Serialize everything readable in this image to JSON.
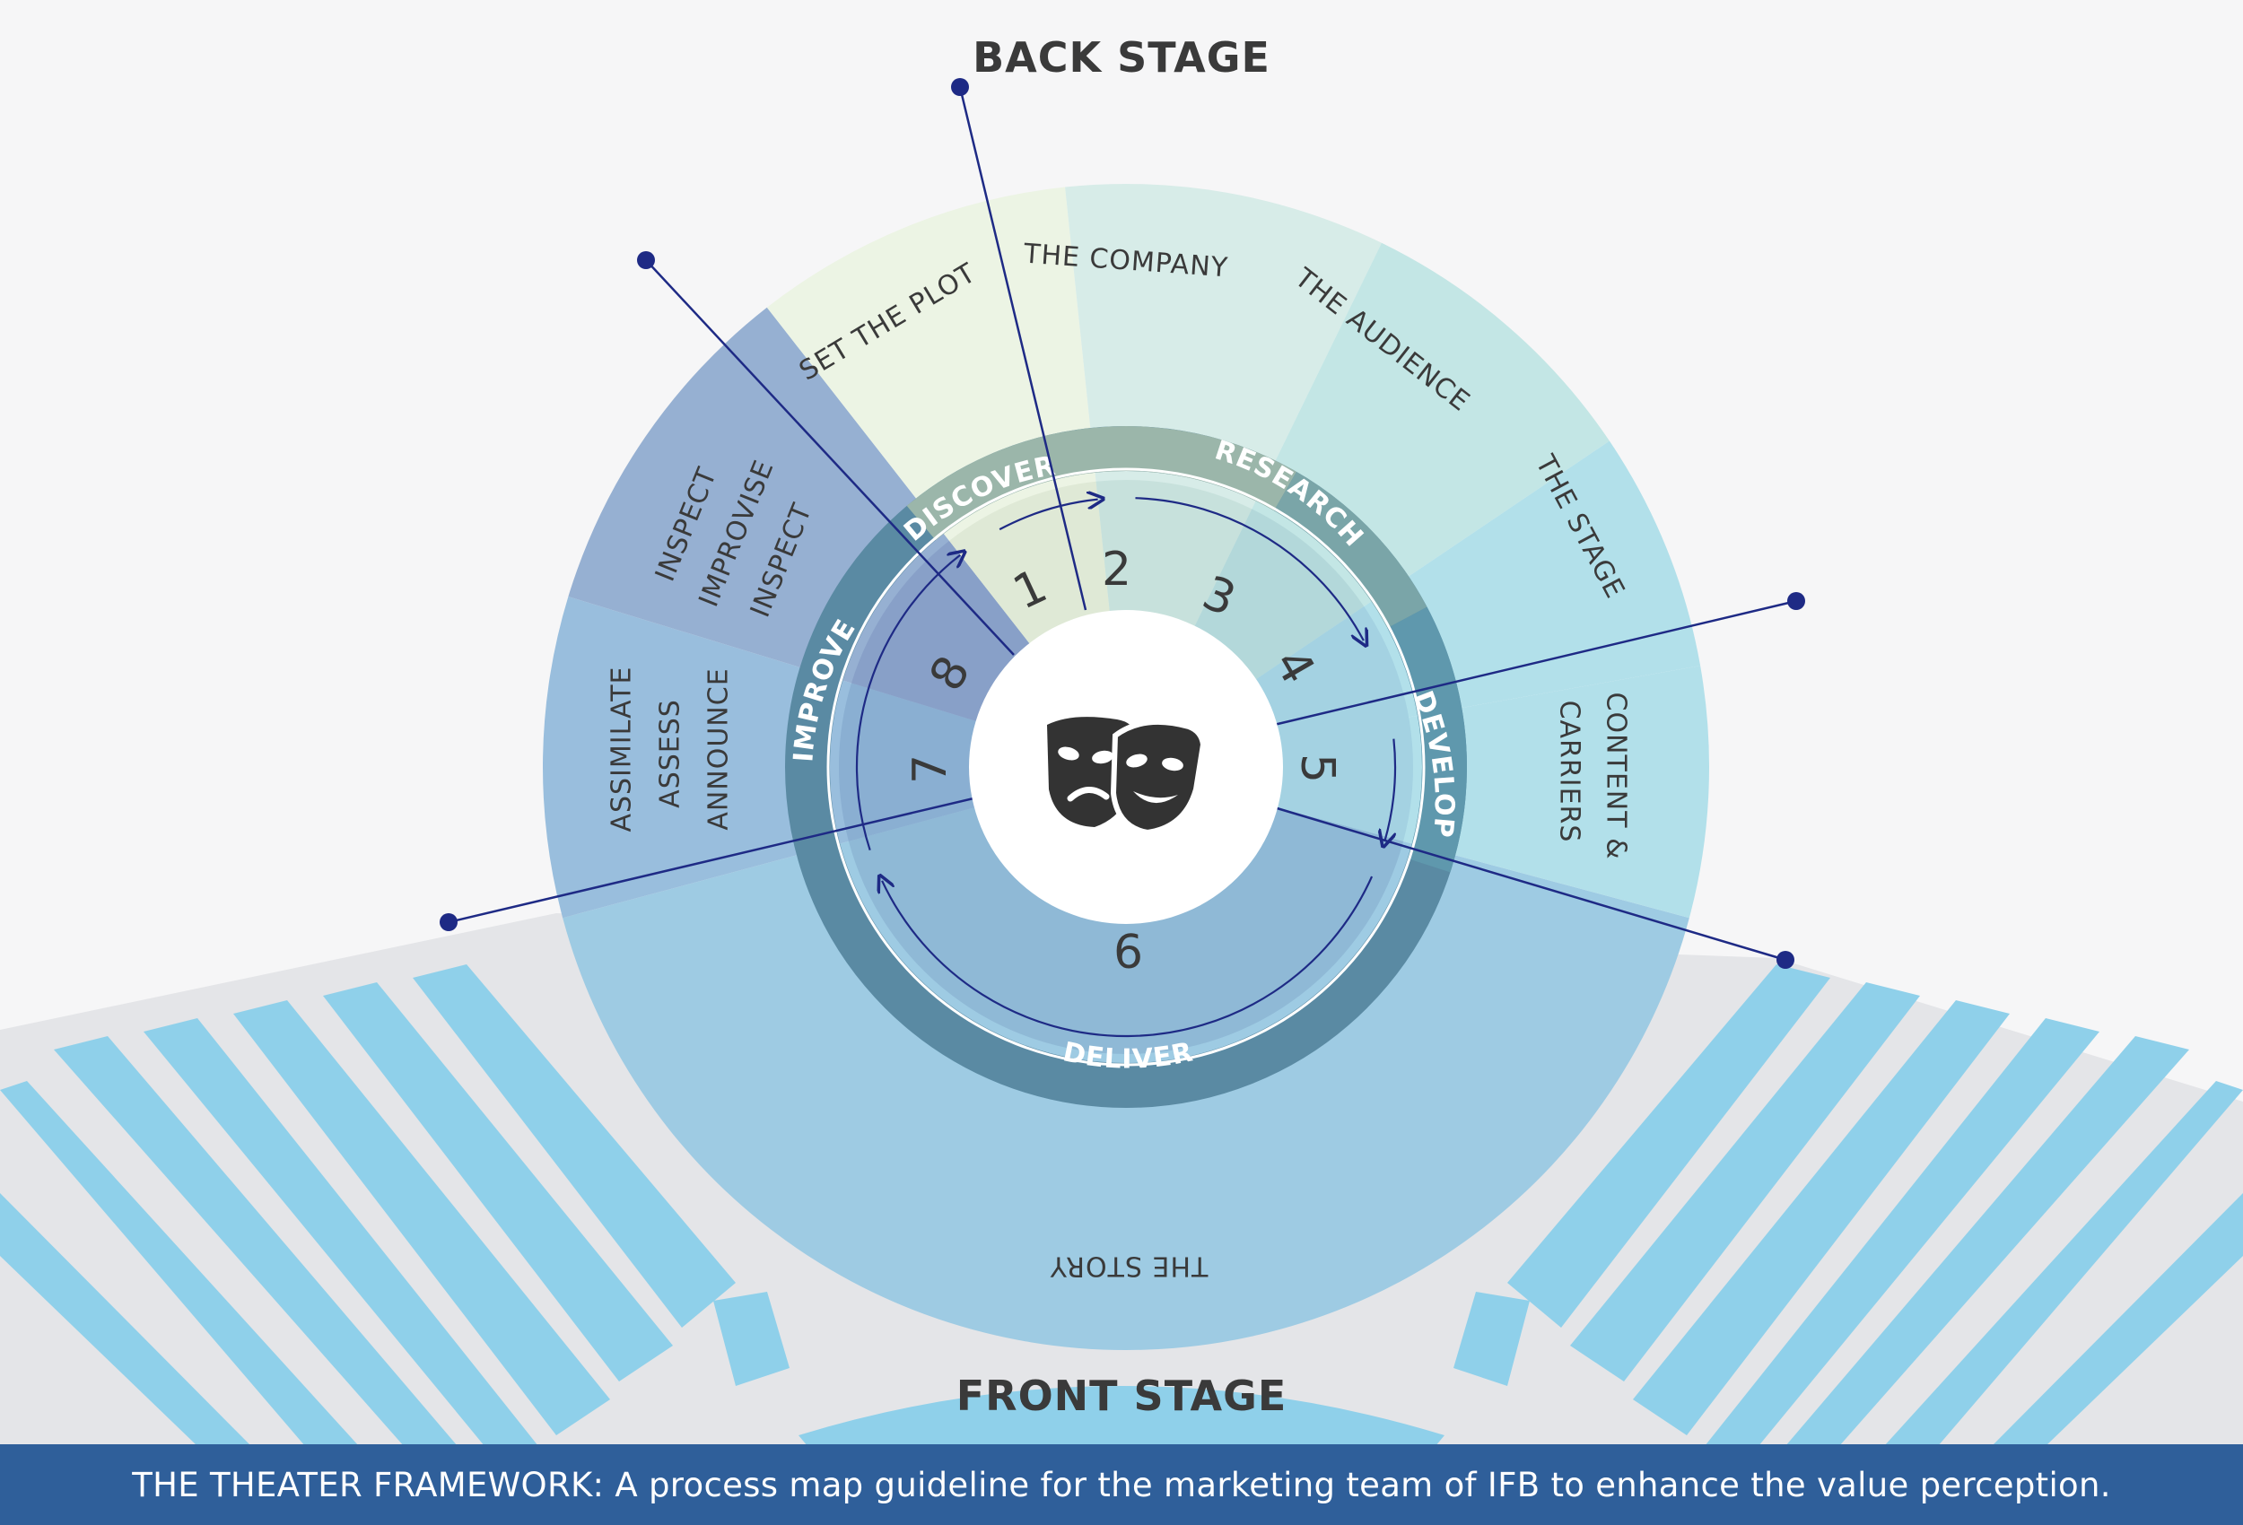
{
  "labels": {
    "back_stage": "BACK STAGE",
    "front_stage": "FRONT STAGE"
  },
  "sectors": [
    {
      "id": "plot",
      "label": "SET THE PLOT"
    },
    {
      "id": "company",
      "label": "THE COMPANY"
    },
    {
      "id": "audience",
      "label": "THE AUDIENCE"
    },
    {
      "id": "stage",
      "label": "THE STAGE"
    },
    {
      "id": "content",
      "label": "CONTENT &",
      "label2": "CARRIERS"
    },
    {
      "id": "story",
      "label": "THE STORY"
    },
    {
      "id": "assimilate",
      "label": "ASSIMILATE",
      "label2": "ASSESS",
      "label3": "ANNOUNCE"
    },
    {
      "id": "inspect",
      "label": "INSPECT",
      "label2": "IMPROVISE",
      "label3": "INSPECT"
    }
  ],
  "steps": [
    "1",
    "2",
    "3",
    "4",
    "5",
    "6",
    "7",
    "8"
  ],
  "phases": {
    "discover": "DISCOVER",
    "research": "RESEARCH",
    "develop": "DEVELOP",
    "deliver": "DELIVER",
    "improve": "IMPROVE"
  },
  "center_icon": "theater-masks-icon",
  "colors": {
    "plot": "#ecf4e4",
    "company": "#d7ece8",
    "audience": "#c3e6e5",
    "stage": "#b2e0ea",
    "story": "#9ecbe3",
    "assimilate": "#99bedd",
    "inspect": "#96b0d2",
    "ring": "#5a8aa3",
    "seat": "#8fd0ea",
    "arrow": "#1e2a85",
    "footer": "#2f5f9a"
  },
  "footer": "THE THEATER FRAMEWORK: A process map guideline for the marketing team of IFB to enhance the value perception."
}
